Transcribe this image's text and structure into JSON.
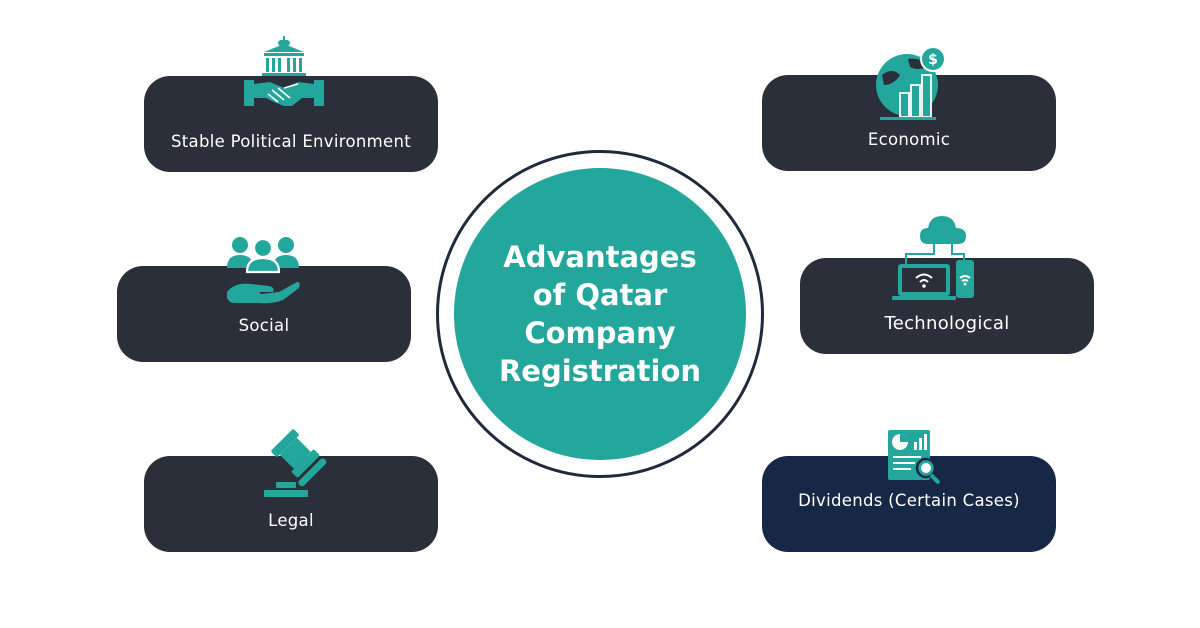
{
  "colors": {
    "teal": "#23a69b",
    "card_dark": "#2b2f3a",
    "card_navy": "#172847",
    "ring": "#1f2a3c"
  },
  "center": {
    "title_lines": [
      "Advantages",
      "of Qatar",
      "Company",
      "Registration"
    ]
  },
  "cards": {
    "political": {
      "label": "Stable Political Environment",
      "icon": "government-handshake-icon"
    },
    "social": {
      "label": "Social",
      "icon": "people-in-hand-icon"
    },
    "legal": {
      "label": "Legal",
      "icon": "gavel-icon"
    },
    "economic": {
      "label": "Economic",
      "icon": "globe-growth-dollar-icon"
    },
    "technological": {
      "label": "Technological",
      "icon": "cloud-devices-icon"
    },
    "dividends": {
      "label": "Dividends (Certain Cases)",
      "icon": "report-magnifier-icon"
    }
  }
}
